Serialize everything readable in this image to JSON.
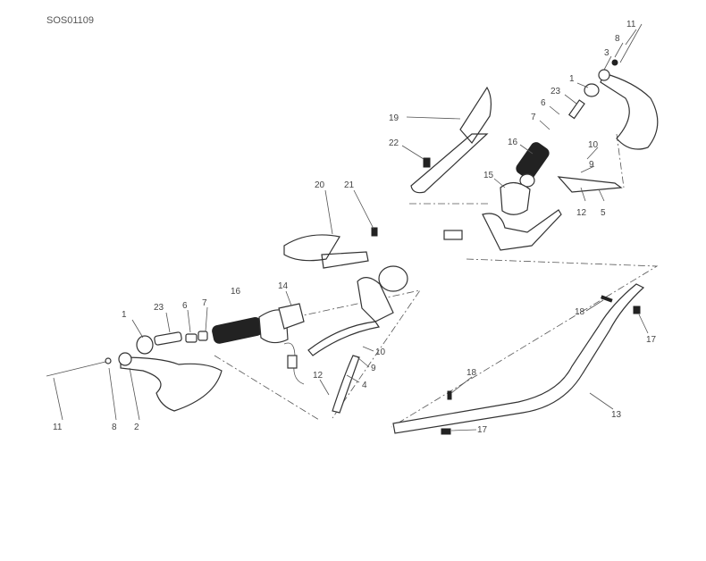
{
  "diagram_code": "SOS01109",
  "callouts": {
    "r11": "11",
    "r8": "8",
    "r3": "3",
    "r1": "1",
    "r23": "23",
    "r6": "6",
    "r7": "7",
    "r16": "16",
    "r10": "10",
    "r9": "9",
    "r15": "15",
    "r12": "12",
    "r5": "5",
    "r19": "19",
    "r22": "22",
    "c20": "20",
    "c21": "21",
    "l14": "14",
    "l16": "16",
    "l23": "23",
    "l6": "6",
    "l7": "7",
    "l1": "1",
    "l10": "10",
    "l9": "9",
    "l4": "4",
    "l12": "12",
    "l11": "11",
    "l8": "8",
    "l2": "2",
    "b18a": "18",
    "b17a": "17",
    "b18b": "18",
    "b13": "13",
    "b17b": "17"
  }
}
